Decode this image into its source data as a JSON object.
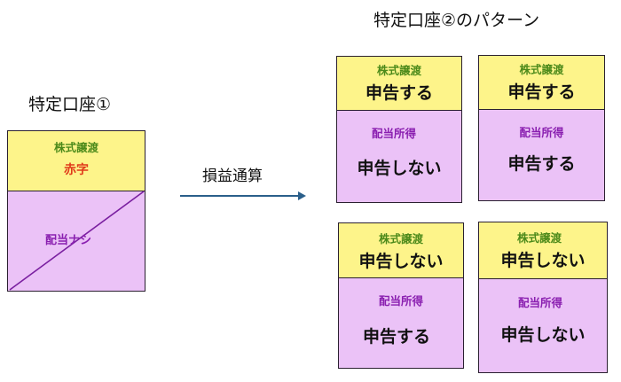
{
  "account1": {
    "title": "特定口座①",
    "stock_label": "株式譲渡",
    "stock_status": "赤字",
    "dividend_status": "配当ナシ"
  },
  "offset": {
    "label": "損益通算"
  },
  "account2": {
    "title": "特定口座②のパターン",
    "patterns": [
      {
        "stock_label": "株式譲渡",
        "stock_value": "申告する",
        "dividend_label": "配当所得",
        "dividend_value": "申告しない"
      },
      {
        "stock_label": "株式譲渡",
        "stock_value": "申告する",
        "dividend_label": "配当所得",
        "dividend_value": "申告する"
      },
      {
        "stock_label": "株式譲渡",
        "stock_value": "申告しない",
        "dividend_label": "配当所得",
        "dividend_value": "申告する"
      },
      {
        "stock_label": "株式譲渡",
        "stock_value": "申告しない",
        "dividend_label": "配当所得",
        "dividend_value": "申告しない"
      }
    ]
  },
  "colors": {
    "stock_bg": "#fdf48a",
    "dividend_bg": "#ebc2f7",
    "stock_label": "#4c8a1a",
    "loss": "#e03a1a",
    "dividend_label": "#8a1fb0",
    "arrow": "#2a5f8a"
  }
}
